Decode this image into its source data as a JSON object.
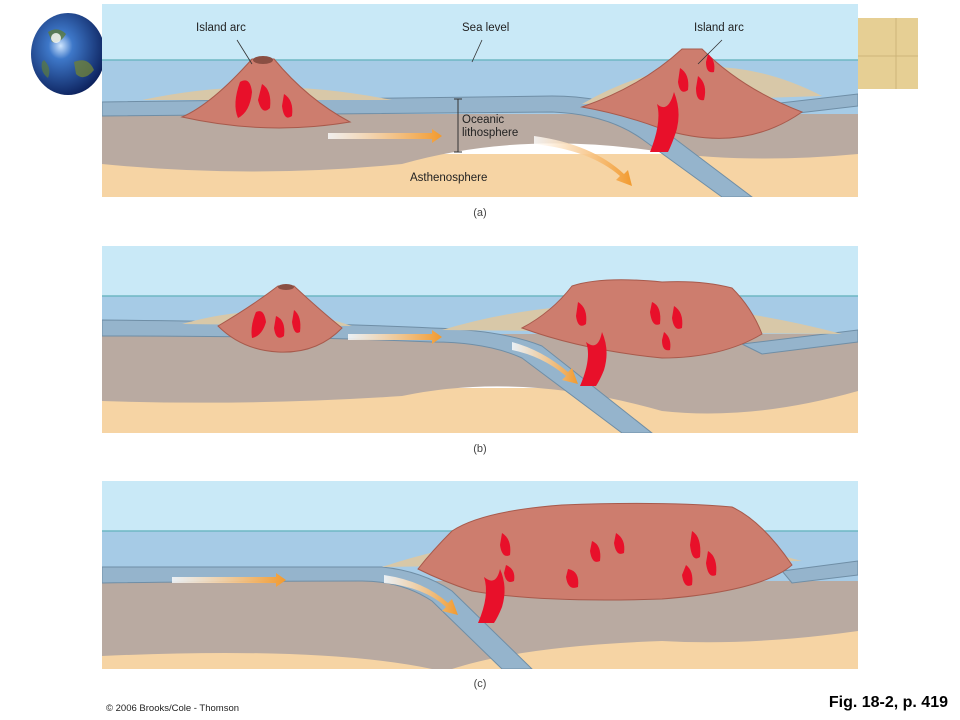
{
  "panels": [
    {
      "id": "a",
      "caption": "(a)"
    },
    {
      "id": "b",
      "caption": "(b)"
    },
    {
      "id": "c",
      "caption": "(c)"
    }
  ],
  "labels": {
    "island_arc_left": "Island arc",
    "island_arc_right": "Island arc",
    "sea_level": "Sea level",
    "oceanic_lithosphere": "Oceanic\nlithosphere",
    "asthenosphere": "Asthenosphere"
  },
  "footer": {
    "copyright": "© 2006 Brooks/Cole - Thomson",
    "figure_ref": "Fig. 18-2, p. 419"
  },
  "colors": {
    "sky": "#c9e9f7",
    "ocean": "#a6cbe6",
    "sea_level_line": "#6fb8c4",
    "lithosphere": "#95b4cc",
    "lithosphere_edge": "#6f8ea6",
    "mantle": "#b9aaa1",
    "asthenosphere": "#f6d4a4",
    "volcano": "#cd7d6e",
    "magma": "#e8102a",
    "sediment": "#d8c8a8",
    "arrow": "#f29a2e"
  },
  "icons": [
    "globe-icon",
    "grid-decoration-icon",
    "motion-arrow-icon"
  ]
}
